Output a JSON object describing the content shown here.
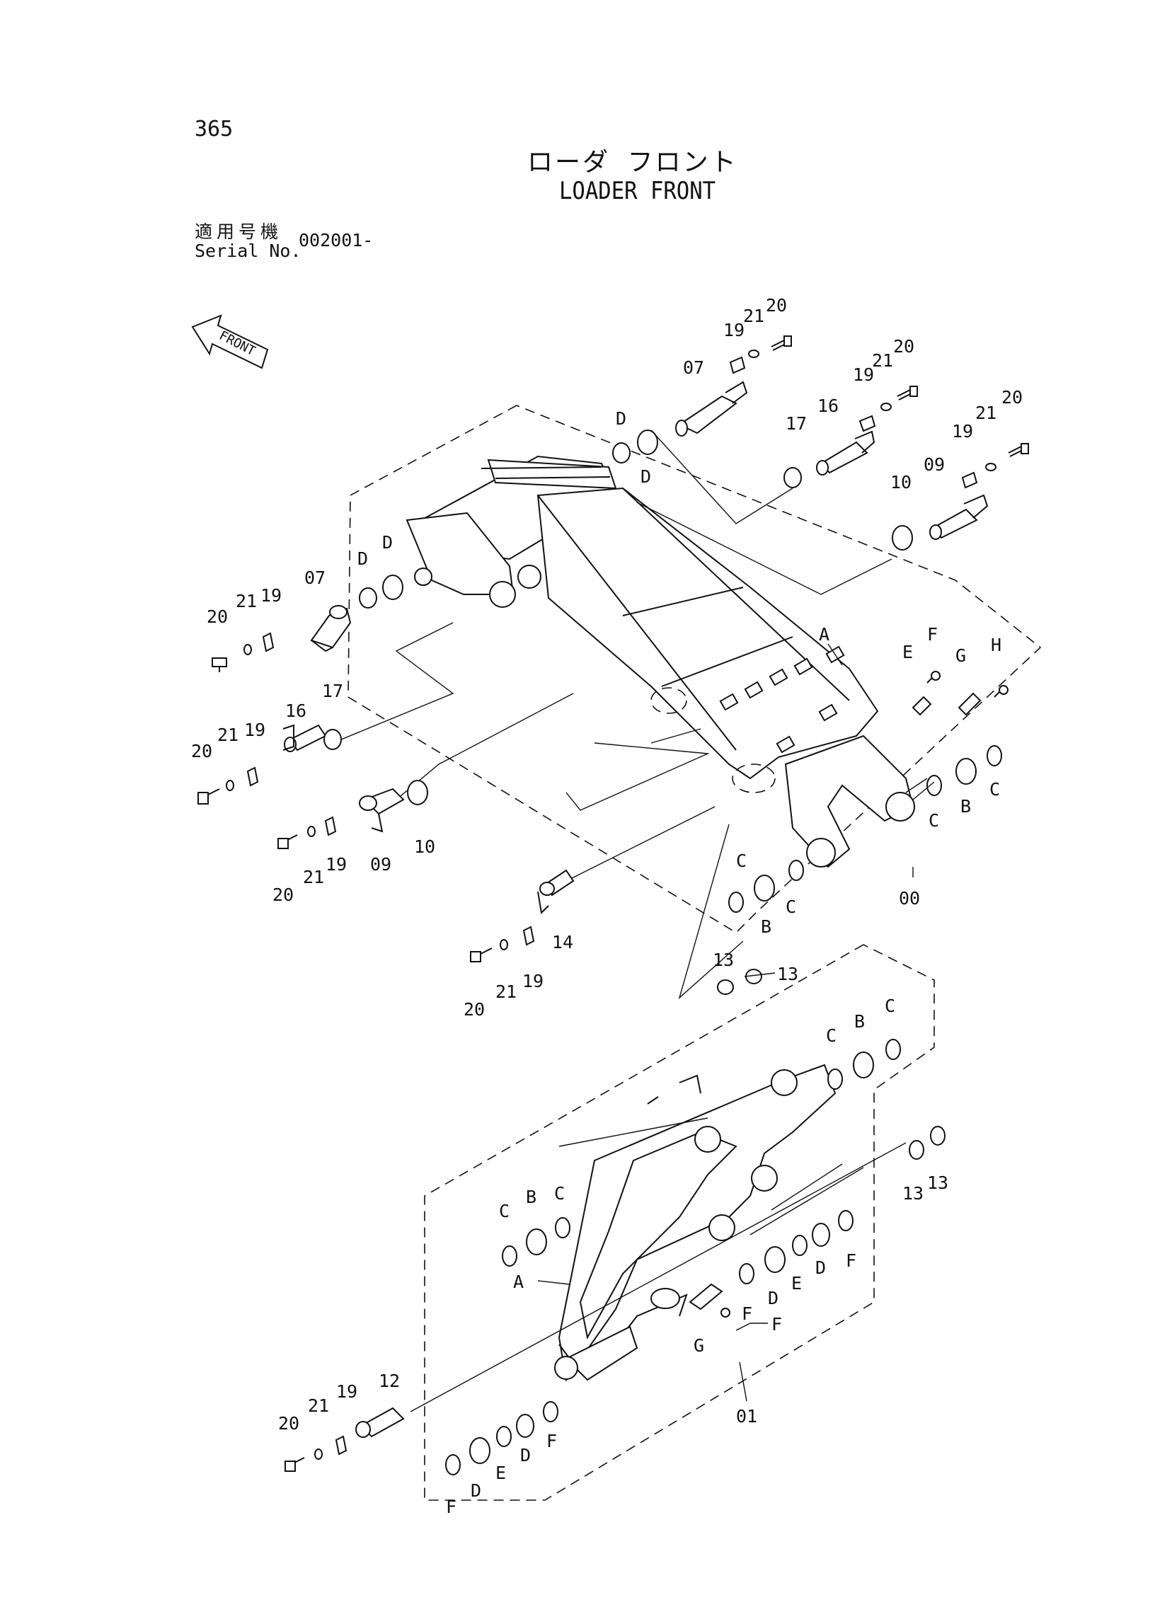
{
  "header": {
    "page_number": "365",
    "title_jp": "ローダ フロント",
    "title_en": "LOADER FRONT",
    "serial_label_jp": "適用号機",
    "serial_label_en": "Serial No.",
    "serial_value": "002001-"
  },
  "front_arrow": {
    "label": "FRONT"
  },
  "labels": {
    "p00": "00",
    "p01": "01",
    "p07": "07",
    "p09": "09",
    "p10": "10",
    "p12": "12",
    "p13": "13",
    "p14": "14",
    "p16": "16",
    "p17": "17",
    "p19": "19",
    "p20": "20",
    "p21": "21",
    "A": "A",
    "B": "B",
    "C": "C",
    "D": "D",
    "E": "E",
    "F": "F",
    "G": "G",
    "H": "H"
  }
}
